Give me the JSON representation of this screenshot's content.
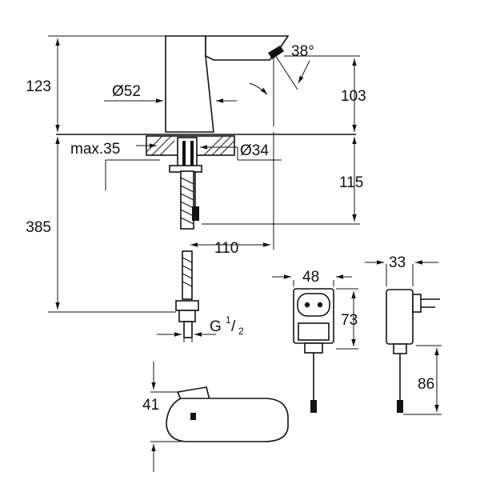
{
  "colors": {
    "ink": "#111111",
    "background": "#ffffff"
  },
  "dimensions": {
    "top_height": "123",
    "spout_height": "103",
    "total_height": "385",
    "body_diameter": "Ø52",
    "max_thickness": "max.35",
    "hole_diameter": "Ø34",
    "below_deck": "115",
    "reach": "110",
    "angle": "38°",
    "thread_main": "G",
    "thread_num": "1",
    "thread_sep": "/",
    "thread_den": "2",
    "adapter_width": "48",
    "adapter_height": "73",
    "adapter_depth": "33",
    "adapter_cable": "86",
    "spout_top_height": "41"
  }
}
